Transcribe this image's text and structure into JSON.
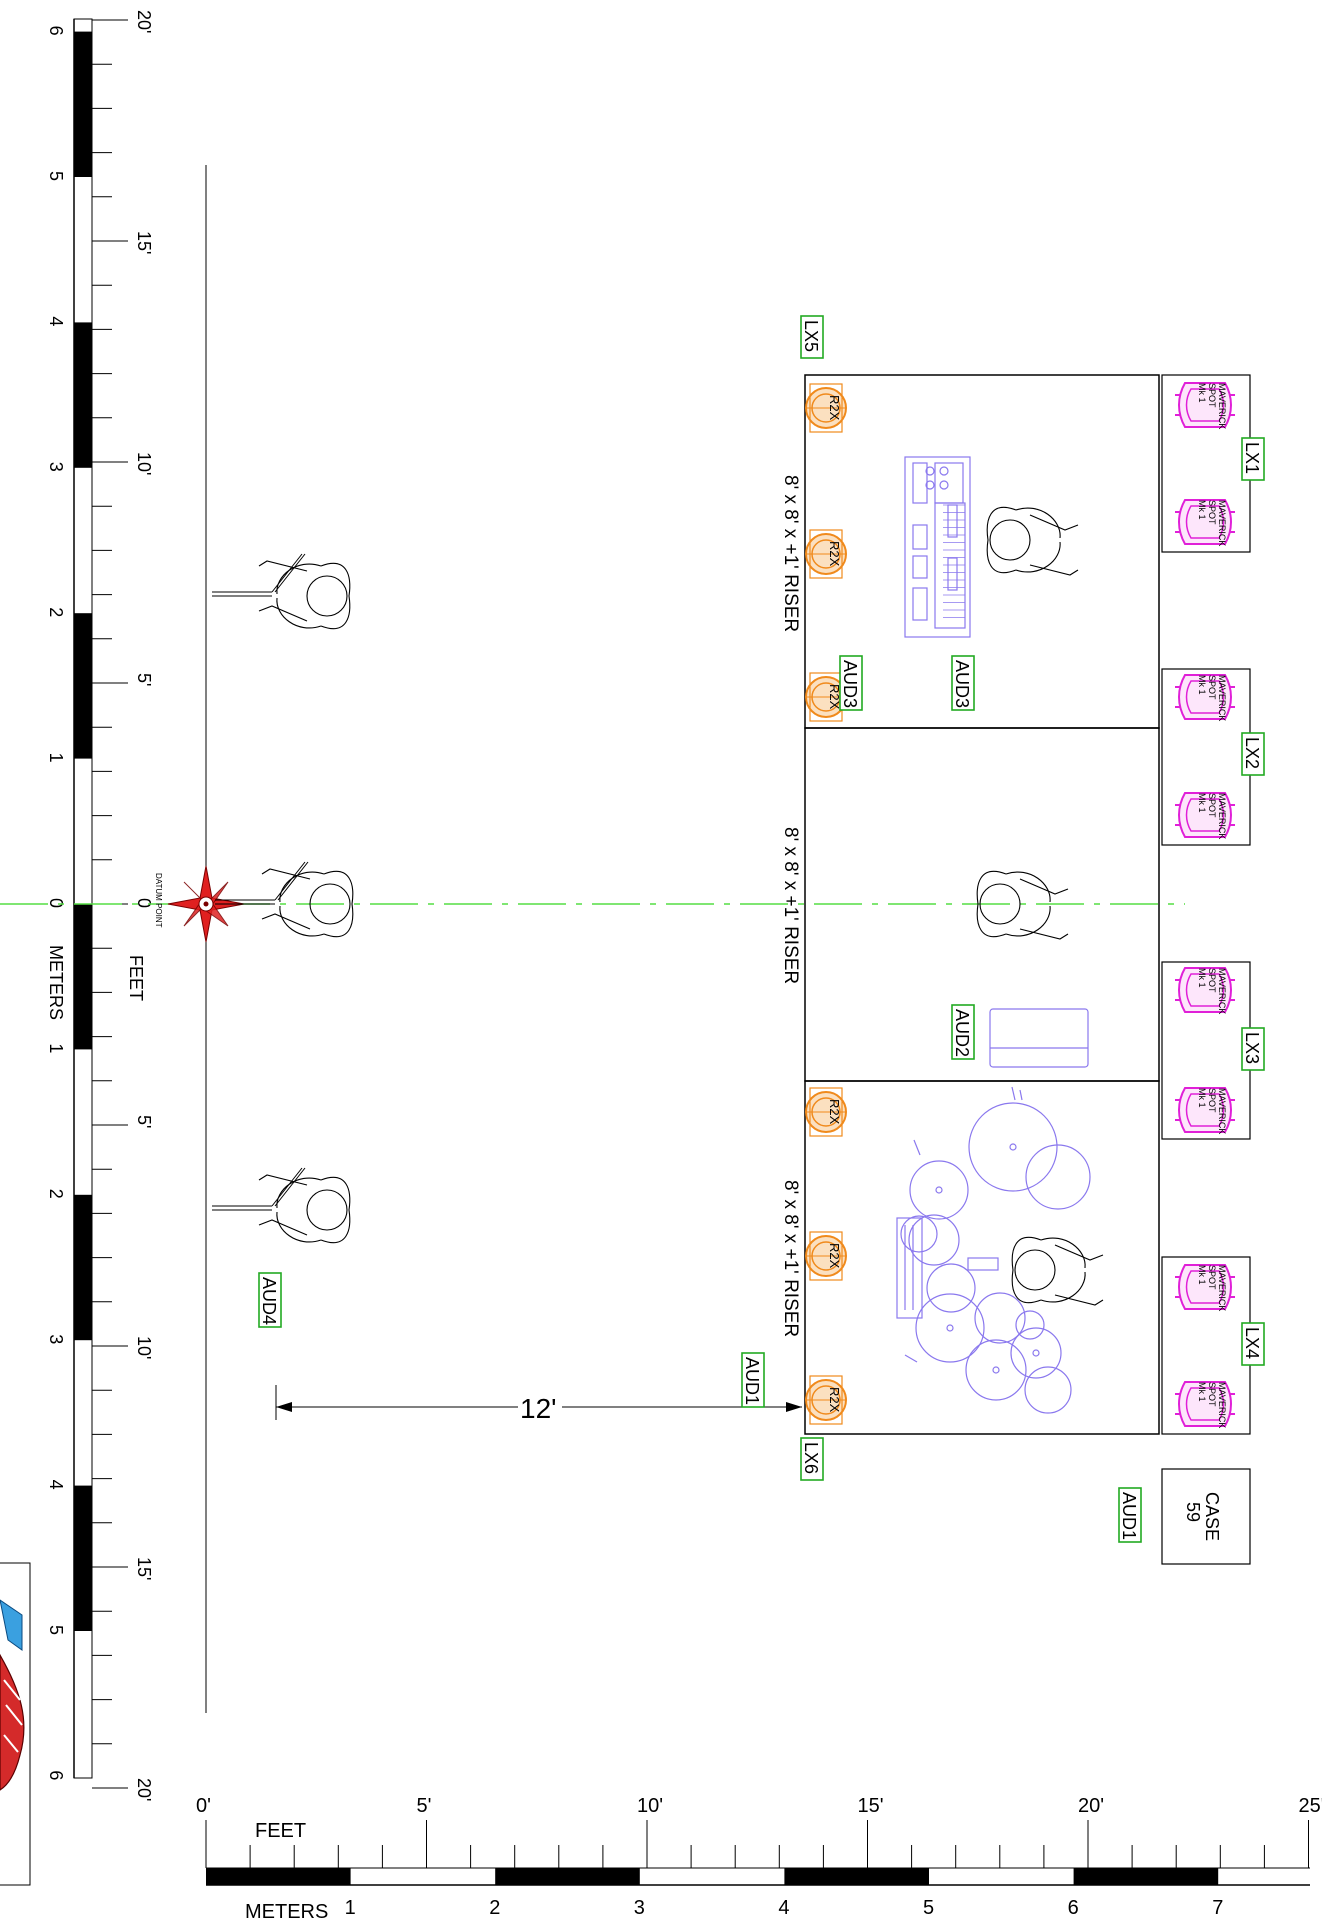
{
  "vertical_scale": {
    "meter_labels_top": [
      "6",
      "5",
      "4",
      "3",
      "2",
      "1"
    ],
    "meter_zero": "0",
    "meter_labels_bottom": [
      "1",
      "2",
      "3",
      "4",
      "5",
      "6"
    ],
    "meters_title": "METERS",
    "feet_labels_top": [
      "20'",
      "15'",
      "10'",
      "5'"
    ],
    "feet_zero": "0",
    "feet_labels_bottom": [
      "5'",
      "10'",
      "15'",
      "20'"
    ],
    "feet_title": "FEET"
  },
  "horizontal_scale": {
    "feet_labels": [
      "0'",
      "5'",
      "10'",
      "15'",
      "20'",
      "25'"
    ],
    "feet_title": "FEET",
    "meters_title": "METERS",
    "meter_labels": [
      "1",
      "2",
      "3",
      "4",
      "5",
      "6",
      "7"
    ]
  },
  "datum": {
    "label": "DATUM POINT"
  },
  "risers": [
    {
      "label": "8' x 8' x +1' RISER"
    },
    {
      "label": "8' x 8' x +1' RISER"
    },
    {
      "label": "8' x 8' x +1' RISER"
    }
  ],
  "speaker_label": "R2X",
  "fixture_label_lines": [
    "MAVERICK",
    "SPOT",
    "Mk 1"
  ],
  "tags": {
    "lx1": "LX1",
    "lx2": "LX2",
    "lx3": "LX3",
    "lx4": "LX4",
    "lx5": "LX5",
    "lx6": "LX6",
    "aud1_riser": "AUD1",
    "aud1_case": "AUD1",
    "aud2": "AUD2",
    "aud3_speaker": "AUD3",
    "aud3_keys": "AUD3",
    "aud4": "AUD4"
  },
  "case": {
    "line1": "CASE",
    "line2": "59"
  },
  "dimension": {
    "label": "12'"
  },
  "colors": {
    "tag_border": "#22aa22",
    "speaker": "#f08a1c",
    "fixture": "#e020d8",
    "instrument": "#8a78ee",
    "centerline": "#55dd44",
    "datum_star": "#e02020"
  }
}
